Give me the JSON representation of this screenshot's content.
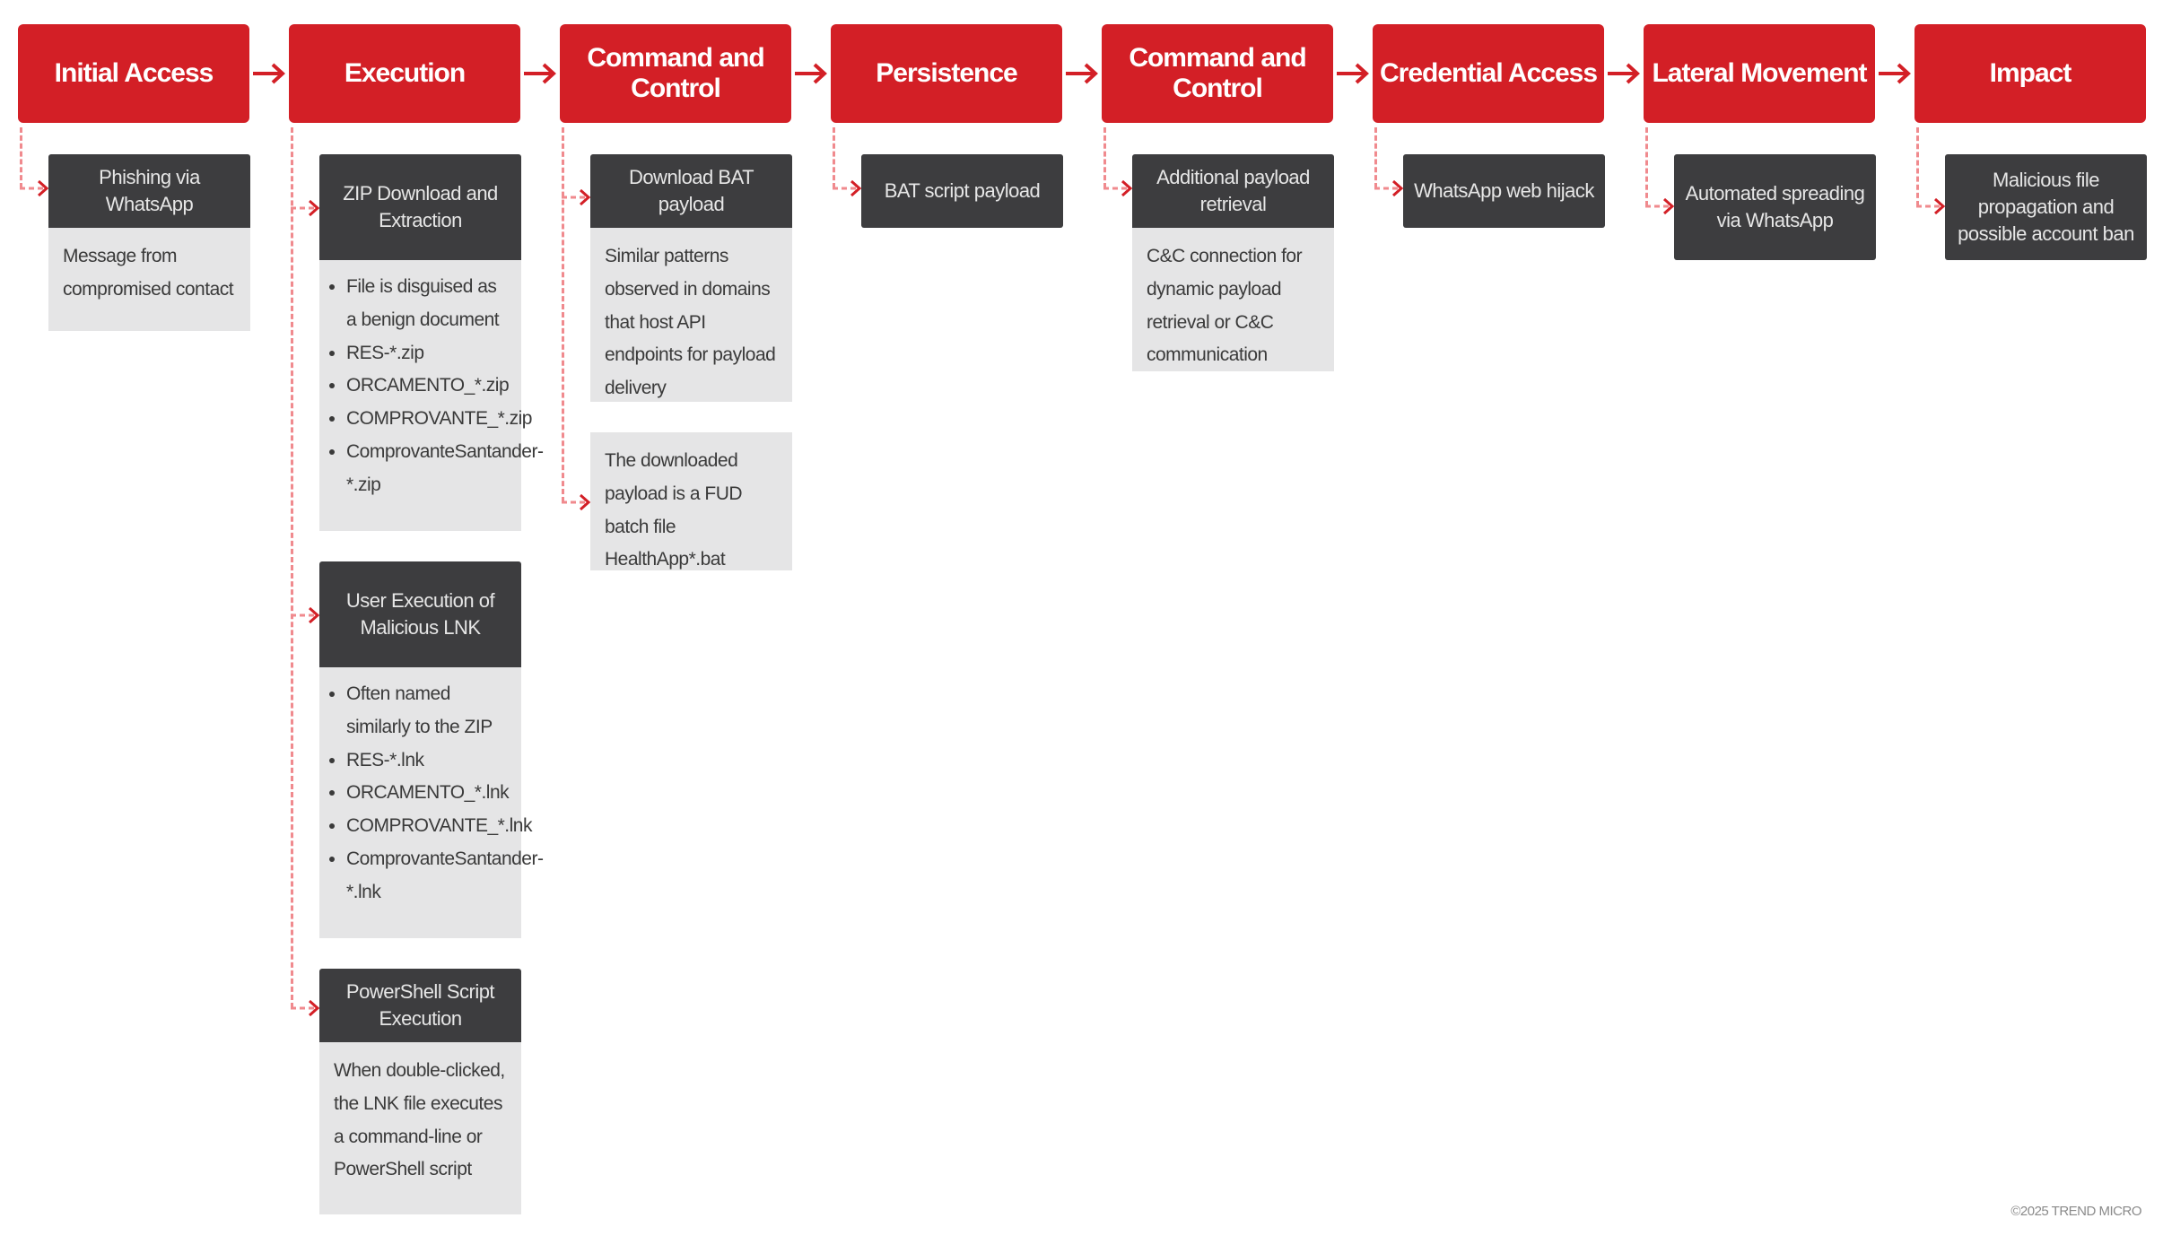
{
  "phases": [
    "Initial Access",
    "Execution",
    "Command and Control",
    "Persistence",
    "Command and Control",
    "Credential Access",
    "Lateral Movement",
    "Impact"
  ],
  "cards": {
    "initial_access": {
      "title": "Phishing via WhatsApp",
      "body": "Message from compromised contact"
    },
    "zip_download": {
      "title": "ZIP Download and Extraction",
      "intro": "File is disguised as a benign document",
      "items": [
        "RES-*.zip",
        "ORCAMENTO_*.zip",
        "COMPROVANTE_*.zip",
        "ComprovanteSantander-*.zip"
      ]
    },
    "lnk_execution": {
      "title": "User Execution of Malicious LNK",
      "intro": "Often named similarly to the ZIP",
      "items": [
        "RES-*.lnk",
        "ORCAMENTO_*.lnk",
        "COMPROVANTE_*.lnk",
        "ComprovanteSantander-*.lnk"
      ]
    },
    "powershell": {
      "title": "PowerShell Script Execution",
      "body": "When double-clicked, the LNK file executes a command-line or PowerShell script"
    },
    "download_bat": {
      "title": "Download BAT payload",
      "body": "Similar patterns observed in domains that host API endpoints for payload delivery"
    },
    "fud_batch": {
      "body": "The downloaded payload is a FUD batch file HealthApp*.bat"
    },
    "bat_script": {
      "title": "BAT script payload"
    },
    "additional_payload": {
      "title": "Additional payload retrieval",
      "body": "C&C connection for dynamic payload retrieval or C&C communication"
    },
    "whatsapp_hijack": {
      "title": "WhatsApp web hijack"
    },
    "automated_spreading": {
      "title": "Automated spreading via WhatsApp"
    },
    "impact": {
      "title": "Malicious file propagation and possible account ban"
    }
  },
  "copyright": "©2025 TREND MICRO",
  "colors": {
    "phase": "#d31f26",
    "card_header": "#3d3d3f",
    "card_body": "#e5e5e6",
    "connector": "#f08a8e"
  }
}
